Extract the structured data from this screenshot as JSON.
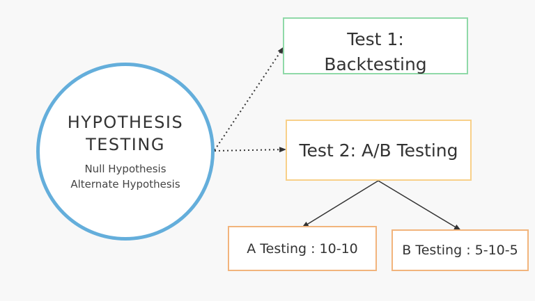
{
  "colors": {
    "circle_border": "#64aedb",
    "test1_border": "#8fd9a8",
    "test2_border": "#f8d089",
    "leaf_border": "#f2b47c",
    "connector": "#333333"
  },
  "hypothesis": {
    "title_line1": "HYPOTHESIS",
    "title_line2": "TESTING",
    "subtitle_line1": "Null Hypothesis",
    "subtitle_line2": "Alternate Hypothesis"
  },
  "test1": {
    "line1": "Test 1:",
    "line2": "Backtesting"
  },
  "test2": {
    "label": "Test 2: A/B Testing"
  },
  "test_a": {
    "label": "A Testing : 10-10"
  },
  "test_b": {
    "label": "B Testing : 5-10-5"
  }
}
